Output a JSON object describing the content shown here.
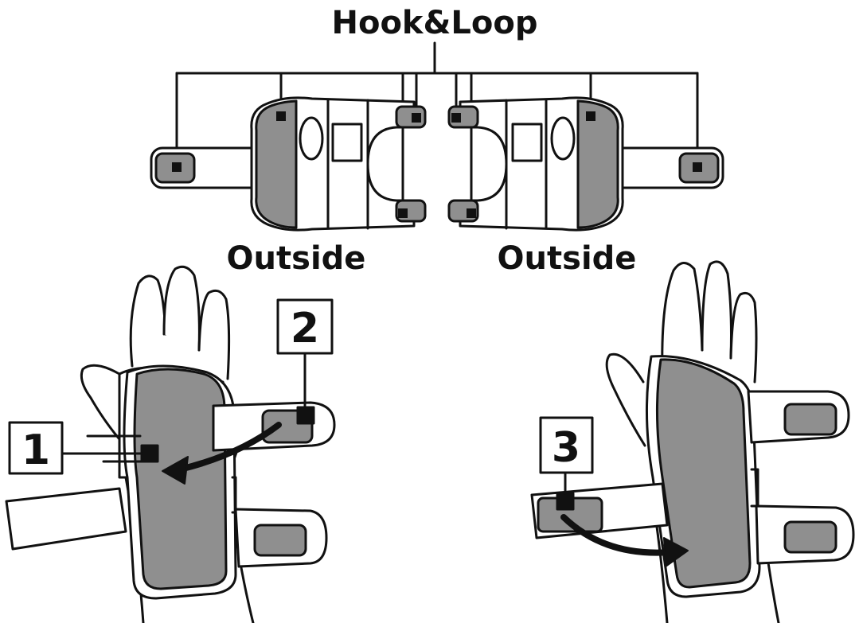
{
  "labels": {
    "title": "Hook&Loop",
    "outside_left": "Outside",
    "outside_right": "Outside"
  },
  "steps": [
    "1",
    "2",
    "3"
  ],
  "colors": {
    "line": "#111111",
    "patch": "#8f8f8f",
    "fill": "#ffffff"
  }
}
